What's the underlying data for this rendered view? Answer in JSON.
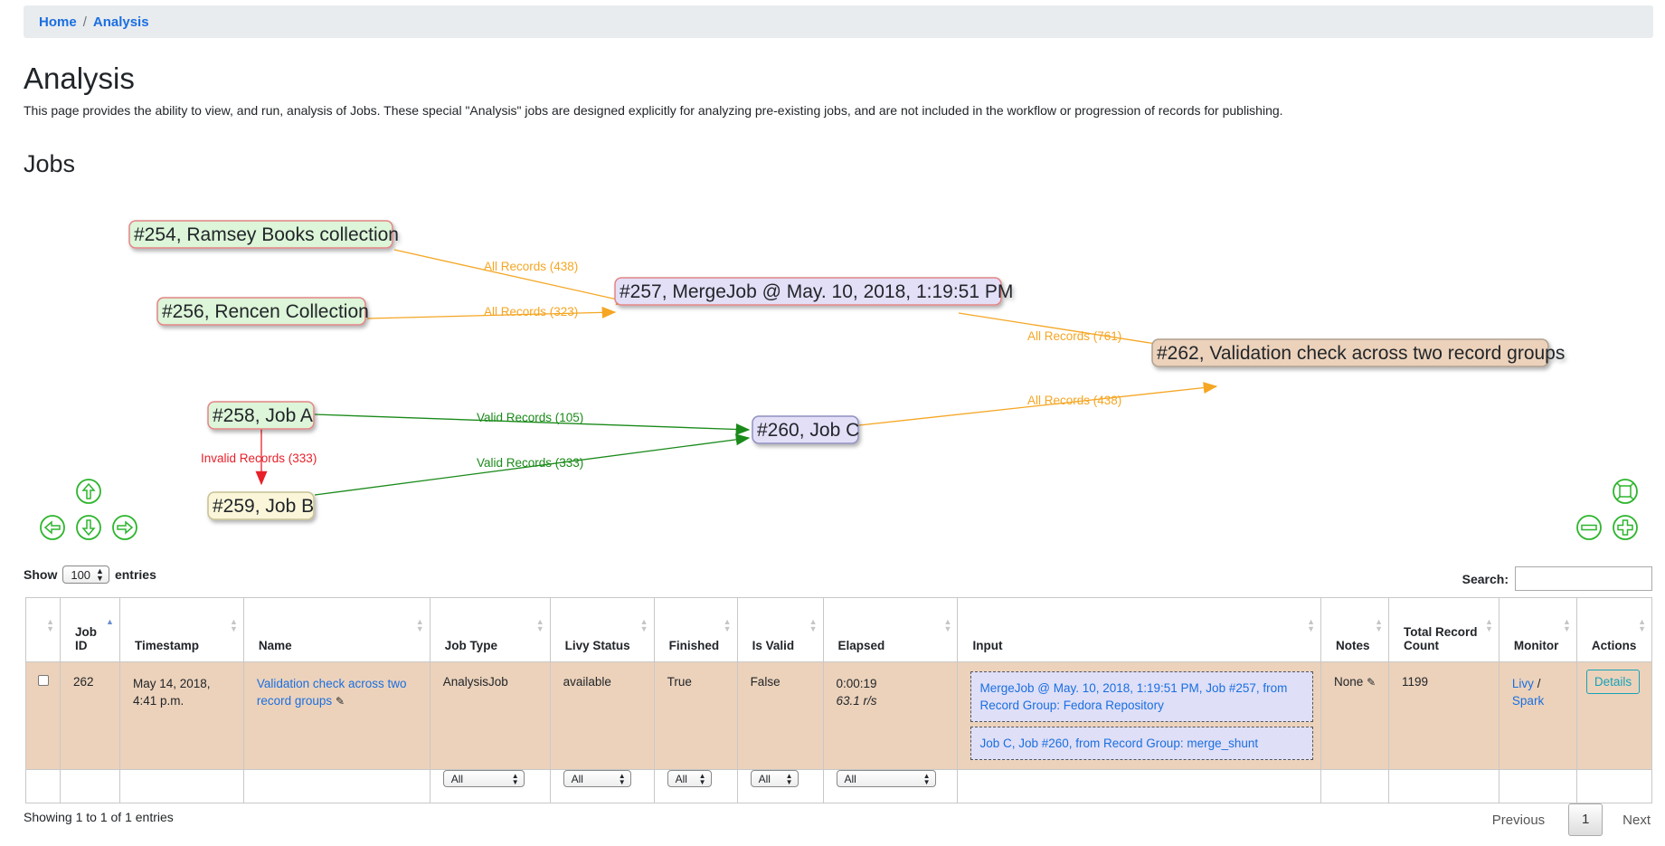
{
  "breadcrumb": {
    "home": "Home",
    "sep": "/",
    "current": "Analysis"
  },
  "page": {
    "title": "Analysis",
    "description": "This page provides the ability to view, and run, analysis of Jobs. These special \"Analysis\" jobs are designed explicitly for analyzing pre-existing jobs, and are not included in the workflow or progression of records for publishing.",
    "jobs_heading": "Jobs"
  },
  "graph": {
    "nodes": [
      {
        "id": "n254",
        "label": "#254, Ramsey Books collection"
      },
      {
        "id": "n256",
        "label": "#256, Rencen Collection"
      },
      {
        "id": "n257",
        "label": "#257, MergeJob @ May. 10, 2018, 1:19:51 PM"
      },
      {
        "id": "n262",
        "label": "#262, Validation check across two record groups"
      },
      {
        "id": "n258",
        "label": "#258, Job A"
      },
      {
        "id": "n260",
        "label": "#260, Job C"
      },
      {
        "id": "n259",
        "label": "#259, Job B"
      }
    ],
    "edges": [
      {
        "label": "All Records (438)"
      },
      {
        "label": "All Records (323)"
      },
      {
        "label": "All Records (761)"
      },
      {
        "label": "All Records (438)"
      },
      {
        "label": "Valid Records (105)"
      },
      {
        "label": "Valid Records (333)"
      },
      {
        "label": "Invalid Records (333)"
      }
    ],
    "colors": {
      "all": "#f5a623",
      "valid": "#1a8a1a",
      "invalid": "#e8202a",
      "nav": "#2db52d"
    },
    "nav_icons": [
      "arrow-up-icon",
      "arrow-left-icon",
      "arrow-down-icon",
      "arrow-right-icon",
      "fit-icon",
      "zoom-out-icon",
      "zoom-in-icon"
    ]
  },
  "table_controls": {
    "show_label": "Show",
    "entries_value": "100",
    "entries_label": "entries",
    "search_label": "Search:"
  },
  "table": {
    "headers": {
      "job_id": "Job ID",
      "timestamp": "Timestamp",
      "name": "Name",
      "job_type": "Job Type",
      "livy_status": "Livy Status",
      "finished": "Finished",
      "is_valid": "Is Valid",
      "elapsed": "Elapsed",
      "input": "Input",
      "notes": "Notes",
      "total_record_count": "Total Record Count",
      "monitor": "Monitor",
      "actions": "Actions"
    },
    "row": {
      "job_id": "262",
      "timestamp": "May 14, 2018, 4:41 p.m.",
      "name": "Validation check across two record groups",
      "job_type": "AnalysisJob",
      "livy_status": "available",
      "finished": "True",
      "is_valid": "False",
      "elapsed": "0:00:19",
      "rate": "63.1 r/s",
      "input_1": "MergeJob @ May. 10, 2018, 1:19:51 PM, Job #257, from Record Group: Fedora Repository",
      "input_2": "Job C, Job #260, from Record Group: merge_shunt",
      "notes": "None",
      "total_record_count": "1199",
      "monitor_livy": "Livy",
      "monitor_sep": "/",
      "monitor_spark": "Spark",
      "action": "Details"
    },
    "filters": {
      "job_type": "All",
      "livy_status": "All",
      "finished": "All",
      "is_valid": "All",
      "elapsed": "All"
    }
  },
  "footer": {
    "showing": "Showing 1 to 1 of 1 entries",
    "previous": "Previous",
    "page": "1",
    "next": "Next"
  }
}
